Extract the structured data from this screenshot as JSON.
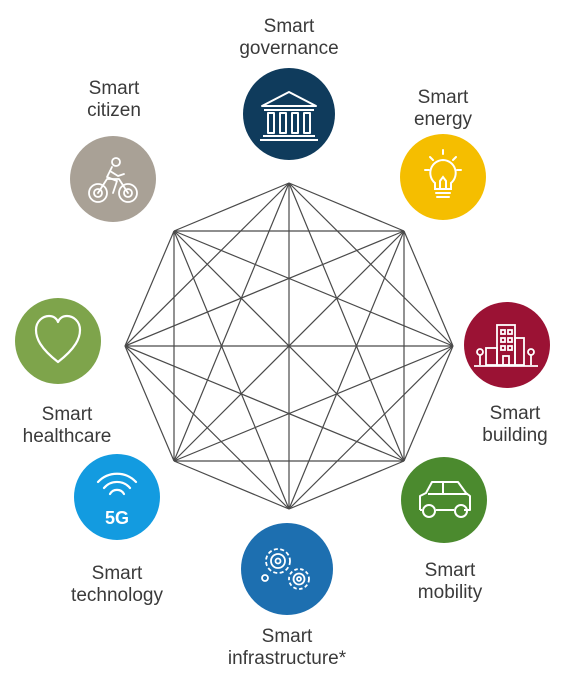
{
  "nodes": [
    {
      "id": "governance",
      "line1": "Smart",
      "line2": "governance",
      "color": "#0f3b5c",
      "icon": "building-columns-icon"
    },
    {
      "id": "energy",
      "line1": "Smart",
      "line2": "energy",
      "color": "#f5be00",
      "icon": "lightbulb-icon"
    },
    {
      "id": "building",
      "line1": "Smart",
      "line2": "building",
      "color": "#9b1234",
      "icon": "city-building-icon"
    },
    {
      "id": "mobility",
      "line1": "Smart",
      "line2": "mobility",
      "color": "#4b8a2e",
      "icon": "car-icon"
    },
    {
      "id": "infrastructure",
      "line1": "Smart",
      "line2": "infrastructure*",
      "color": "#1d6fb0",
      "icon": "gears-icon"
    },
    {
      "id": "technology",
      "line1": "Smart",
      "line2": "technology",
      "color": "#139be0",
      "icon": "wifi-5g-icon"
    },
    {
      "id": "healthcare",
      "line1": "Smart",
      "line2": "healthcare",
      "color": "#7ea44b",
      "icon": "heart-icon"
    },
    {
      "id": "citizen",
      "line1": "Smart",
      "line2": "citizen",
      "color": "#a9a196",
      "icon": "cyclist-icon"
    }
  ],
  "icon_text": {
    "five_g": "5G"
  }
}
